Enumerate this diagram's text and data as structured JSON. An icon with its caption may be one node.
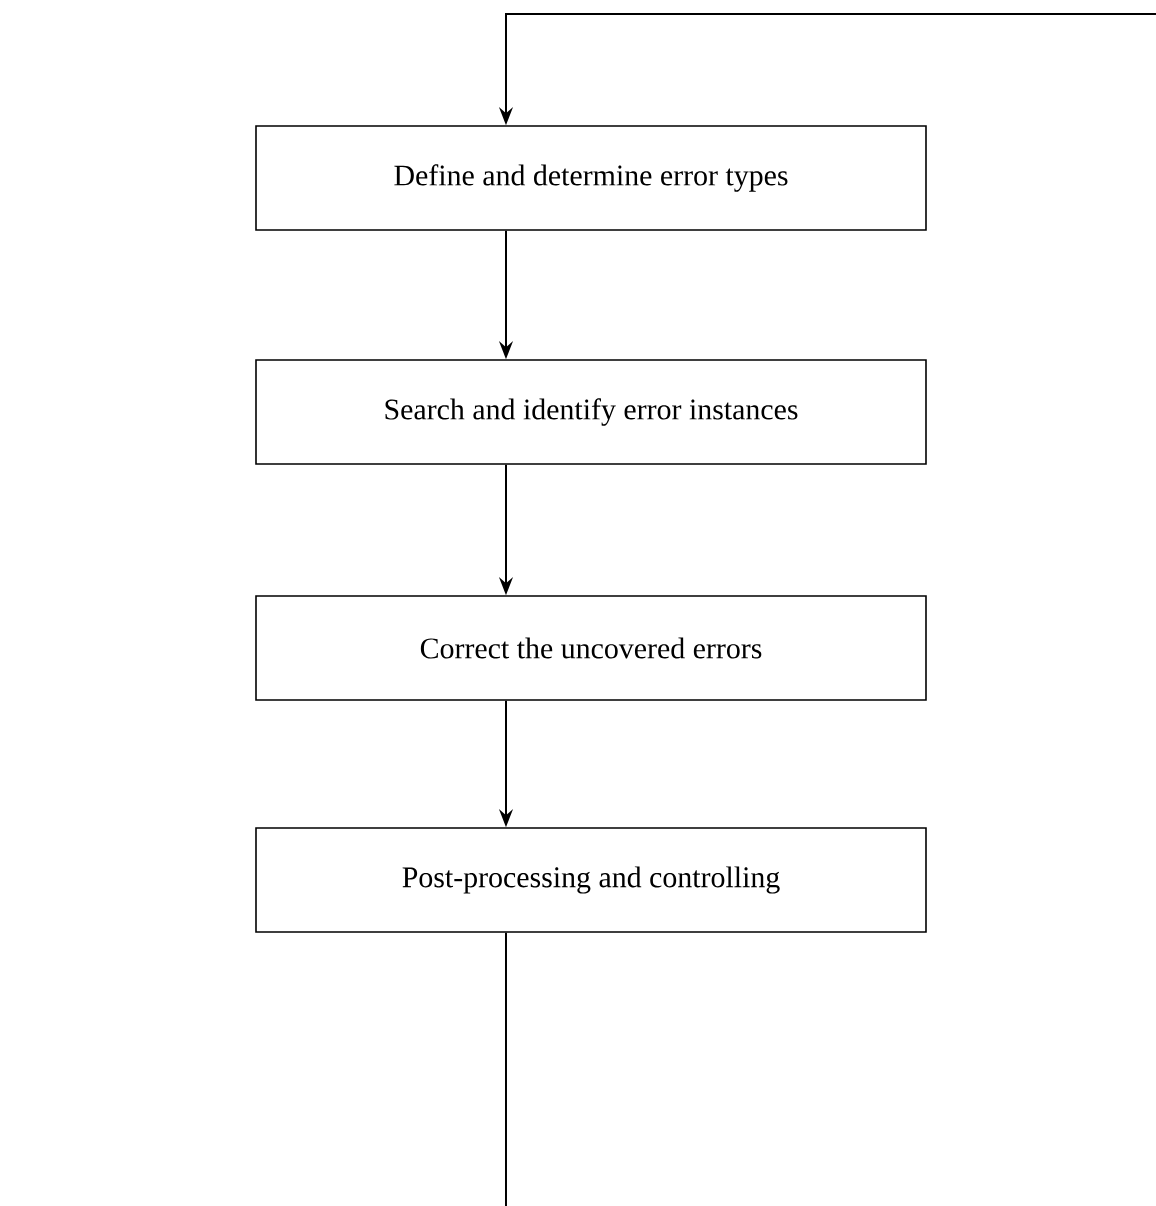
{
  "diagram": {
    "nodes": [
      {
        "text": [
          "Define and determine error types"
        ]
      },
      {
        "text": [
          "Search and identify error instances"
        ]
      },
      {
        "text": [
          "Correct the uncovered errors"
        ]
      },
      {
        "text": [
          "Post-processing and controlling"
        ]
      }
    ],
    "edges": [
      {
        "from": 0,
        "to": 1,
        "arrow": "to"
      },
      {
        "from": 1,
        "to": 2,
        "arrow": "to"
      },
      {
        "from": 2,
        "to": 3,
        "arrow": "to"
      },
      {
        "from": null,
        "to": 0,
        "arrow": "to"
      },
      {
        "from": 3,
        "to": null,
        "arrow": "none"
      }
    ]
  }
}
